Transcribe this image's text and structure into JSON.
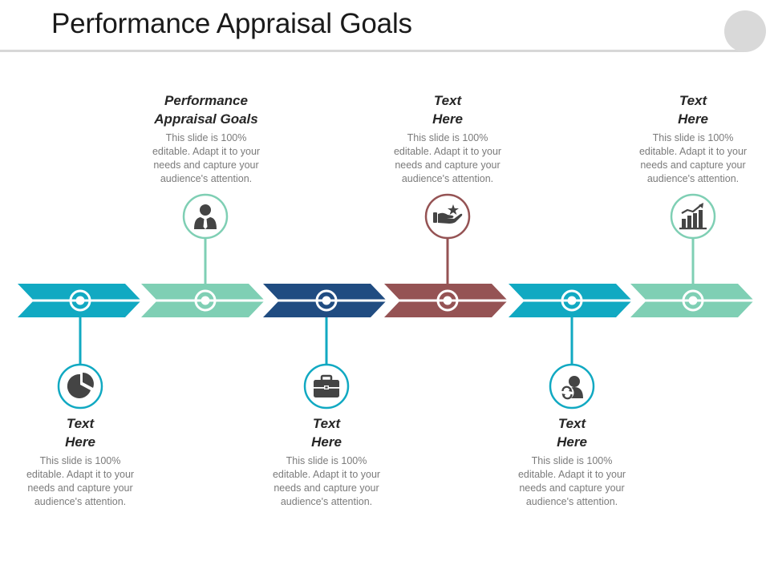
{
  "slide": {
    "title": "Performance Appraisal Goals"
  },
  "colors": {
    "teal": "#11a9c2",
    "mint": "#7fcfb4",
    "navy": "#204c81",
    "maroon": "#955354",
    "icon": "#444444"
  },
  "segments": [
    {
      "color": "#11a9c2"
    },
    {
      "color": "#7fcfb4"
    },
    {
      "color": "#204c81"
    },
    {
      "color": "#955354"
    },
    {
      "color": "#11a9c2"
    },
    {
      "color": "#7fcfb4"
    }
  ],
  "nodes": [
    {
      "icon": "pie-chart-icon",
      "position": "below",
      "color": "#11a9c2",
      "heading": [
        "Text",
        "Here"
      ],
      "desc": [
        "This slide is 100%",
        "editable. Adapt  it to your",
        "needs and capture your",
        "audience's attention."
      ]
    },
    {
      "icon": "businessman-icon",
      "position": "above",
      "color": "#7fcfb4",
      "heading": [
        "Performance",
        "Appraisal Goals"
      ],
      "desc": [
        "This slide is 100%",
        "editable. Adapt  it to your",
        "needs and capture your",
        "audience's attention."
      ]
    },
    {
      "icon": "briefcase-icon",
      "position": "below",
      "color": "#11a9c2",
      "heading": [
        "Text",
        "Here"
      ],
      "desc": [
        "This slide is 100%",
        "editable. Adapt it to your",
        "needs and capture your",
        "audience's attention."
      ]
    },
    {
      "icon": "hand-star-icon",
      "position": "above",
      "color": "#955354",
      "heading": [
        "Text",
        "Here"
      ],
      "desc": [
        "This slide is 100%",
        "editable. Adapt it to your",
        "needs and capture your",
        "audience's attention."
      ]
    },
    {
      "icon": "user-refresh-icon",
      "position": "below",
      "color": "#11a9c2",
      "heading": [
        "Text",
        "Here"
      ],
      "desc": [
        "This slide is 100%",
        "editable. Adapt it to your",
        "needs and capture your",
        "audience's attention."
      ]
    },
    {
      "icon": "growth-chart-icon",
      "position": "above",
      "color": "#7fcfb4",
      "heading": [
        "Text",
        "Here"
      ],
      "desc": [
        "This slide is 100%",
        "editable. Adapt it to your",
        "needs and capture your",
        "audience's attention."
      ]
    }
  ]
}
